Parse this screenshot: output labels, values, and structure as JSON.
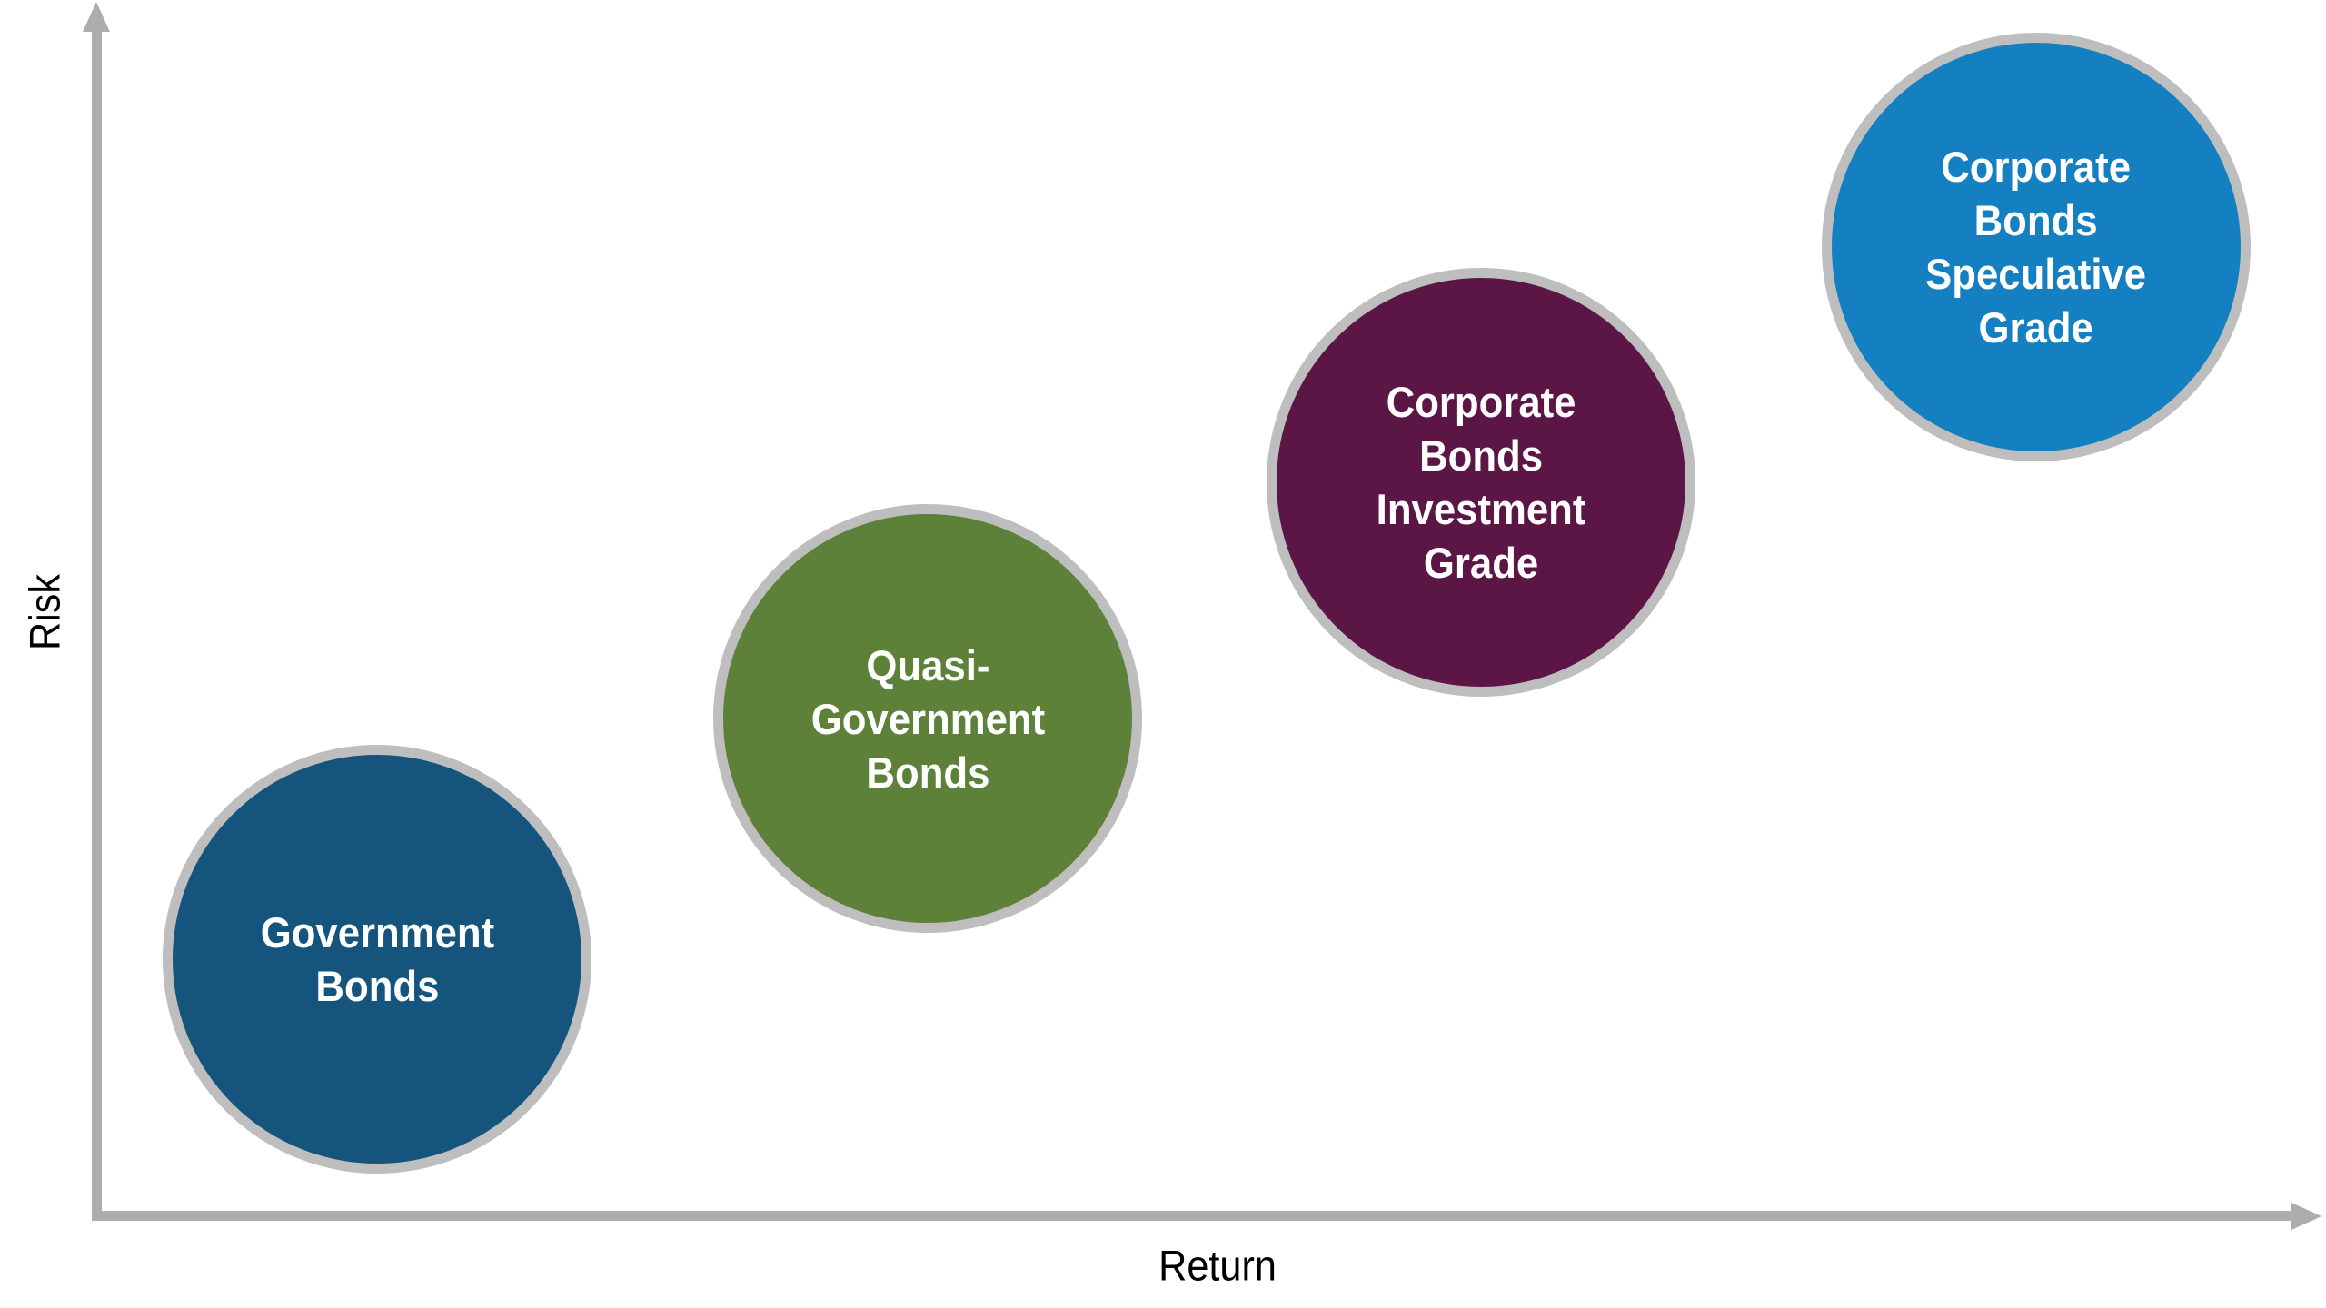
{
  "figure": {
    "background_color": "#FFFFFF",
    "axis_color": "#ACADAF",
    "bubble_ring_color": "#BEBEBE",
    "bubble_text_color": "#FFFFFF",
    "axis_label_color": "#000000"
  },
  "chart_data": {
    "type": "scatter",
    "title": "",
    "xlabel": "Return",
    "ylabel": "Risk",
    "x_ticks": [],
    "y_ticks": [],
    "grid": false,
    "legend_position": "none",
    "axis_arrows": true,
    "bubbles": [
      {
        "label": "Government Bonds",
        "label_lines": [
          "Government",
          "Bonds"
        ],
        "slug": "government-bonds",
        "color": "#15547D",
        "risk_rank": 1,
        "return_rank": 1,
        "x_norm": 0.13,
        "y_norm": 0.21,
        "cx": 415,
        "cy": 1056,
        "r": 236
      },
      {
        "label": "Quasi-Government Bonds",
        "label_lines": [
          "Quasi-",
          "Government",
          "Bonds"
        ],
        "slug": "quasi-government-bonds",
        "color": "#5D8138",
        "risk_rank": 2,
        "return_rank": 2,
        "x_norm": 0.37,
        "y_norm": 0.41,
        "cx": 1021,
        "cy": 791,
        "r": 236
      },
      {
        "label": "Corporate Bonds Investment Grade",
        "label_lines": [
          "Corporate",
          "Bonds",
          "Investment",
          "Grade"
        ],
        "slug": "corporate-bonds-investment-grade",
        "color": "#5C1645",
        "risk_rank": 3,
        "return_rank": 3,
        "x_norm": 0.62,
        "y_norm": 0.6,
        "cx": 1630,
        "cy": 531,
        "r": 236
      },
      {
        "label": "Corporate Bonds Speculative Grade",
        "label_lines": [
          "Corporate",
          "Bonds",
          "Speculative",
          "Grade"
        ],
        "slug": "corporate-bonds-speculative-grade",
        "color": "#147FC1",
        "risk_rank": 4,
        "return_rank": 4,
        "x_norm": 0.87,
        "y_norm": 0.8,
        "cx": 2241,
        "cy": 272,
        "r": 236
      }
    ]
  }
}
